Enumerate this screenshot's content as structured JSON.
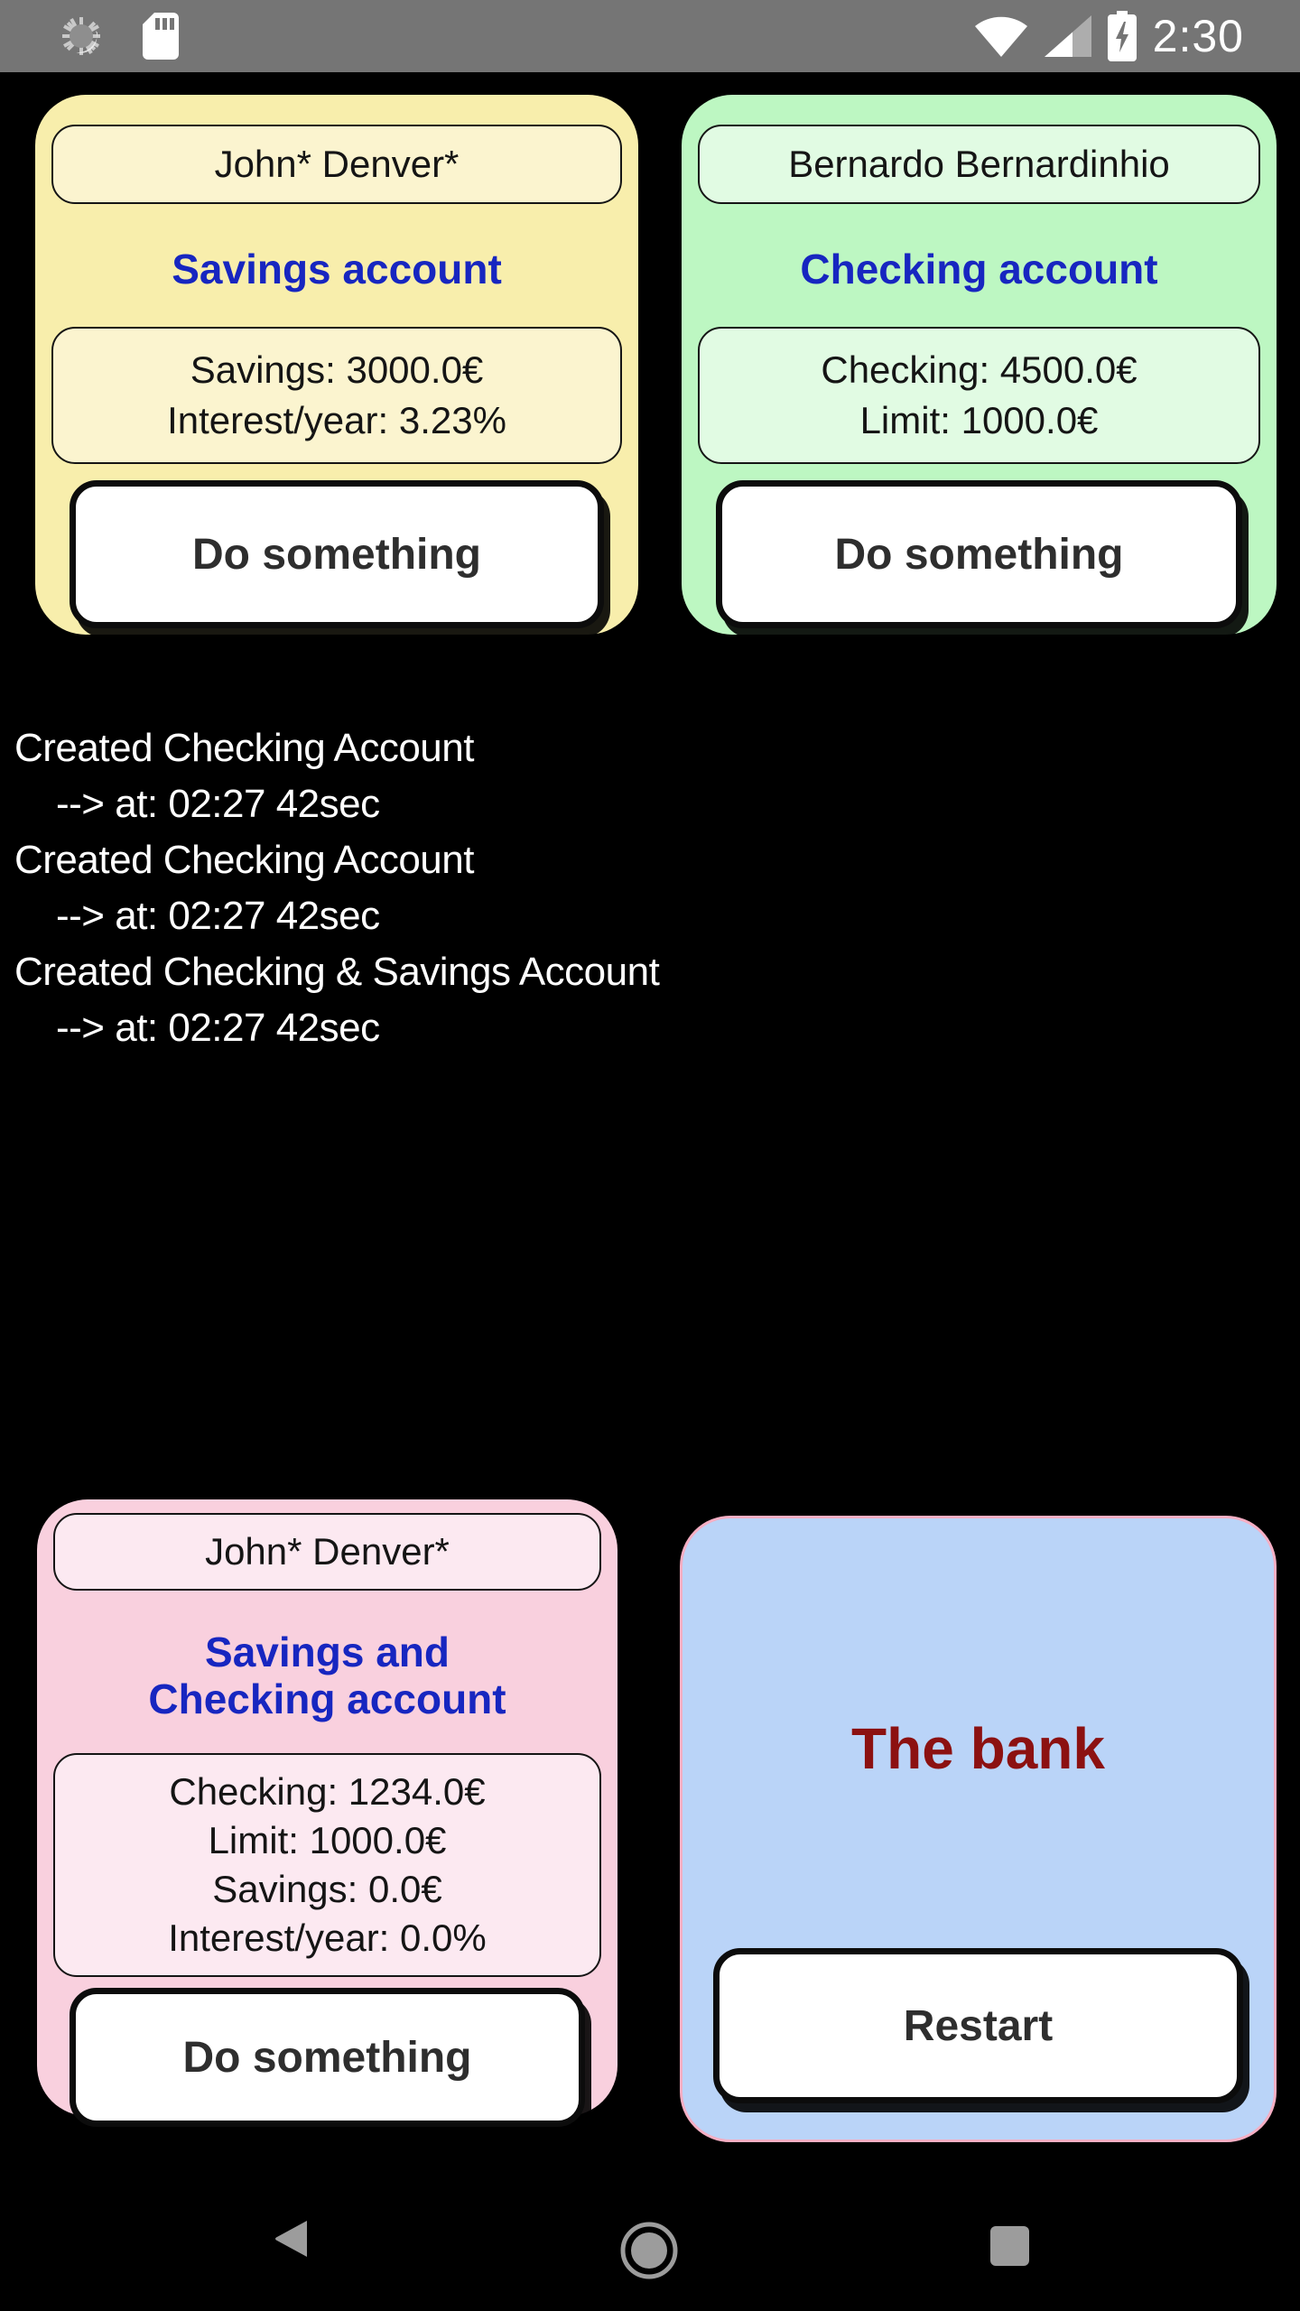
{
  "status_bar": {
    "time": "2:30"
  },
  "cards": {
    "savings": {
      "holder": "John* Denver*",
      "account_type": "Savings account",
      "info": [
        "Savings: 3000.0€",
        "Interest/year: 3.23%"
      ],
      "button": "Do something"
    },
    "checking": {
      "holder": "Bernardo Bernardinhio",
      "account_type": "Checking account",
      "info": [
        "Checking: 4500.0€",
        "Limit: 1000.0€"
      ],
      "button": "Do something"
    },
    "combined": {
      "holder": "John* Denver*",
      "account_type_lines": [
        "Savings and",
        "Checking account"
      ],
      "info": [
        "Checking: 1234.0€",
        "Limit: 1000.0€",
        "Savings: 0.0€",
        "Interest/year: 0.0%"
      ],
      "button": "Do something"
    },
    "bank": {
      "title": "The bank",
      "button": "Restart"
    }
  },
  "log": {
    "entries": [
      {
        "event": "Created Checking Account",
        "timestamp": "--> at: 02:27 42sec"
      },
      {
        "event": "Created Checking Account",
        "timestamp": "--> at: 02:27 42sec"
      },
      {
        "event": "Created Checking & Savings Account",
        "timestamp": "--> at: 02:27 42sec"
      }
    ]
  },
  "colors": {
    "status_bar": "#757575",
    "background": "#000000",
    "card_savings": "#F8EEAC",
    "card_checking": "#BDF7C2",
    "card_combined": "#F9D0DE",
    "card_bank": "#BAD4F8",
    "card_bank_border": "#F5AFC4",
    "account_type_text": "#1726C0",
    "bank_title_text": "#8C1111",
    "log_text": "#FFFFFF",
    "nav_icon_gray": "#9C9C9C"
  }
}
